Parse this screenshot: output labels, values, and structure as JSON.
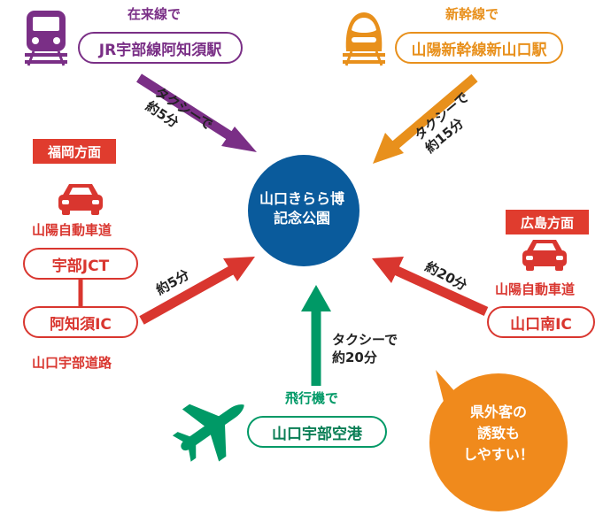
{
  "hub": {
    "line1": "山口きらら博",
    "line2": "記念公園"
  },
  "train": {
    "mode": "在来線で",
    "station": "JR宇部線阿知須駅",
    "time_line1": "タクシーで",
    "time_line2": "約5分",
    "icon": "train-icon",
    "color": "#7a2f86"
  },
  "shinkansen": {
    "mode": "新幹線で",
    "station": "山陽新幹線新山口駅",
    "time_line1": "タクシーで",
    "time_line2": "約15分",
    "icon": "shinkansen-icon",
    "color": "#e8901c"
  },
  "west": {
    "direction": "福岡方面",
    "highway": "山陽自動車道",
    "junction": "宇部JCT",
    "interchange": "阿知須IC",
    "road": "山口宇部道路",
    "time": "約5分",
    "icon": "car-icon",
    "color": "#d9362f"
  },
  "east": {
    "direction": "広島方面",
    "highway": "山陽自動車道",
    "interchange": "山口南IC",
    "time": "約20分",
    "icon": "car-icon"
  },
  "air": {
    "mode": "飛行機で",
    "airport": "山口宇部空港",
    "time_line1": "タクシーで",
    "time_line2": "約20分",
    "icon": "airplane-icon",
    "color": "#009966"
  },
  "bubble": {
    "line1": "県外客の",
    "line2": "誘致も",
    "line3": "しやすい！",
    "color": "#f08a1c"
  },
  "colors": {
    "hub": "#0a5b9c",
    "purple": "#7a2f86",
    "orange": "#e8901c",
    "red": "#d9362f",
    "green": "#009966"
  }
}
